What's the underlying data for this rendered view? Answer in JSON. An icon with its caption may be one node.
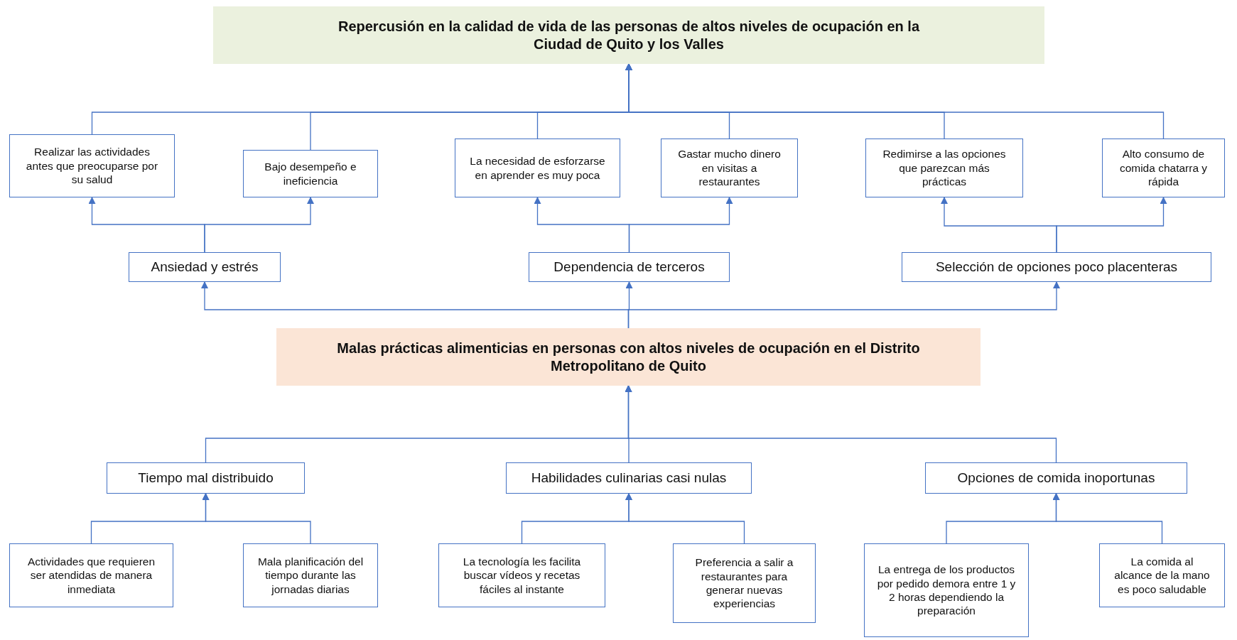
{
  "diagram": {
    "nodes": [
      {
        "text": [
          "Repercusión en la calidad de vida de las personas de altos niveles de ocupación en la Ciudad de Quito y los Valles"
        ]
      },
      {
        "text": [
          "Realizar las actividades antes que preocuparse por su salud"
        ]
      },
      {
        "text": [
          "Bajo desempeño e ineficiencia"
        ]
      },
      {
        "text": [
          "La necesidad de esforzarse en aprender es muy poca"
        ]
      },
      {
        "text": [
          "Gastar mucho dinero en visitas a restaurantes"
        ]
      },
      {
        "text": [
          "Redimirse a las opciones que parezcan más prácticas"
        ]
      },
      {
        "text": [
          "Alto consumo de comida chatarra y rápida"
        ]
      },
      {
        "text": [
          "Ansiedad y estrés"
        ]
      },
      {
        "text": [
          "Dependencia de terceros"
        ]
      },
      {
        "text": [
          "Selección de opciones poco placenteras"
        ]
      },
      {
        "text": [
          "Malas prácticas alimenticias en personas con altos niveles de ocupación en el Distrito Metropolitano de Quito"
        ]
      },
      {
        "text": [
          "Tiempo mal distribuido"
        ]
      },
      {
        "text": [
          "Habilidades culinarias casi nulas"
        ]
      },
      {
        "text": [
          "Opciones de comida inoportunas"
        ]
      },
      {
        "text": [
          "Actividades que requieren ser atendidas de manera inmediata"
        ]
      },
      {
        "text": [
          "Mala planificación del tiempo durante las jornadas diarias"
        ]
      },
      {
        "text": [
          "La tecnología les facilita buscar vídeos y recetas fáciles al instante"
        ]
      },
      {
        "text": [
          "Preferencia a salir a restaurantes para generar nuevas experiencias"
        ]
      },
      {
        "text": [
          "La entrega de  los productos por pedido demora entre 1 y 2 horas dependiendo la preparación"
        ]
      },
      {
        "text": [
          "La comida al alcance de la mano es poco saludable"
        ]
      }
    ],
    "edges": [
      {
        "from": 1,
        "to": 0,
        "arrow": "to"
      },
      {
        "from": 2,
        "to": 0,
        "arrow": "to"
      },
      {
        "from": 3,
        "to": 0,
        "arrow": "to"
      },
      {
        "from": 4,
        "to": 0,
        "arrow": "to"
      },
      {
        "from": 5,
        "to": 0,
        "arrow": "to"
      },
      {
        "from": 6,
        "to": 0,
        "arrow": "to"
      },
      {
        "from": 7,
        "to": 1,
        "arrow": "to"
      },
      {
        "from": 7,
        "to": 2,
        "arrow": "to"
      },
      {
        "from": 8,
        "to": 3,
        "arrow": "to"
      },
      {
        "from": 8,
        "to": 4,
        "arrow": "to"
      },
      {
        "from": 9,
        "to": 5,
        "arrow": "to"
      },
      {
        "from": 9,
        "to": 6,
        "arrow": "to"
      },
      {
        "from": 10,
        "to": 7,
        "arrow": "to"
      },
      {
        "from": 10,
        "to": 8,
        "arrow": "to"
      },
      {
        "from": 10,
        "to": 9,
        "arrow": "to"
      },
      {
        "from": 11,
        "to": 10,
        "arrow": "to"
      },
      {
        "from": 12,
        "to": 10,
        "arrow": "to"
      },
      {
        "from": 13,
        "to": 10,
        "arrow": "to"
      },
      {
        "from": 14,
        "to": 11,
        "arrow": "to"
      },
      {
        "from": 15,
        "to": 11,
        "arrow": "to"
      },
      {
        "from": 16,
        "to": 12,
        "arrow": "to"
      },
      {
        "from": 17,
        "to": 12,
        "arrow": "to"
      },
      {
        "from": 18,
        "to": 13,
        "arrow": "to"
      },
      {
        "from": 19,
        "to": 13,
        "arrow": "to"
      }
    ]
  }
}
